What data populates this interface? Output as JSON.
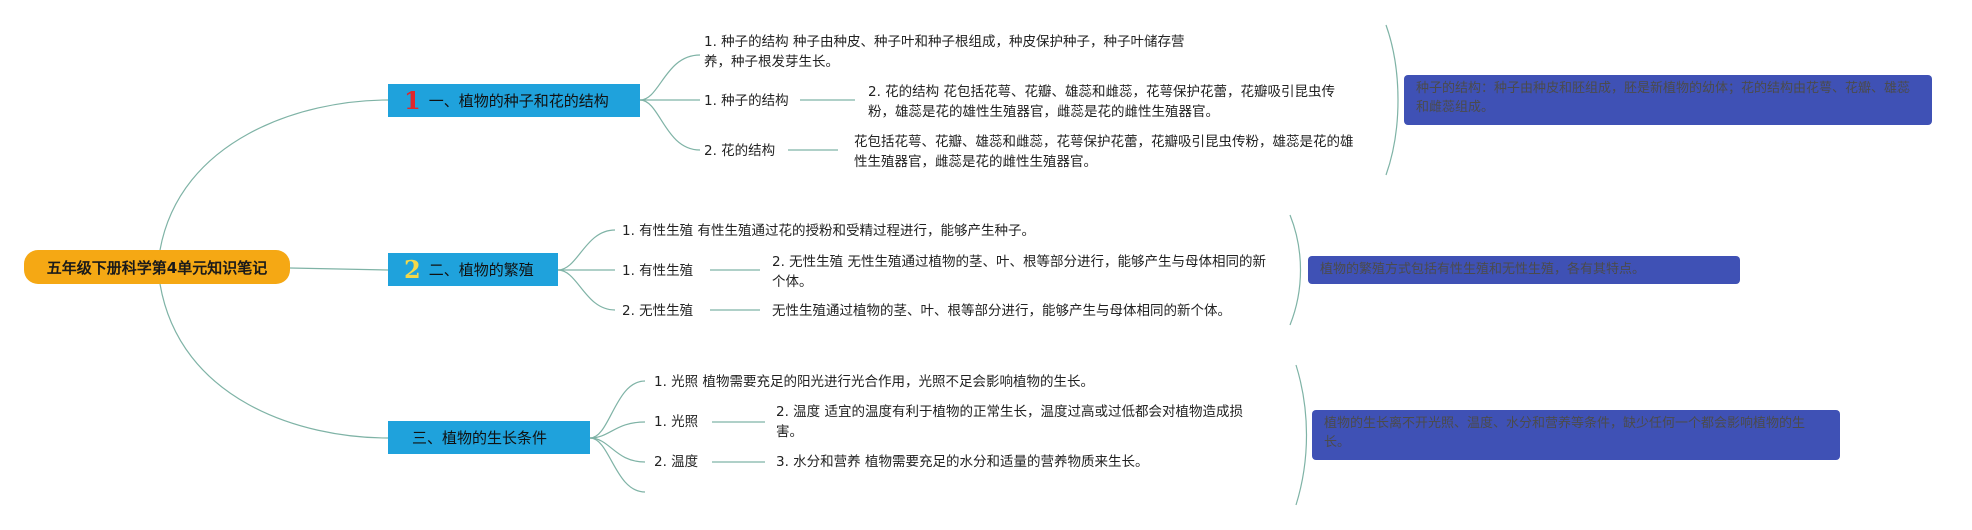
{
  "root": {
    "title": "五年级下册科学第4单元知识笔记"
  },
  "branches": [
    {
      "index_glyph": "1",
      "title": "一、植物的种子和花的结构",
      "items": [
        "1. 种子的结构 种子由种皮、种子叶和种子根组成，种皮保护种子，种子叶储存营养，种子根发芽生长。",
        "1. 种子的结构",
        "2. 花的结构",
        "2. 花的结构 花包括花萼、花瓣、雄蕊和雌蕊，花萼保护花蕾，花瓣吸引昆虫传粉，雄蕊是花的雄性生殖器官，雌蕊是花的雌性生殖器官。",
        "花包括花萼、花瓣、雄蕊和雌蕊，花萼保护花蕾，花瓣吸引昆虫传粉，雄蕊是花的雄性生殖器官，雌蕊是花的雌性生殖器官。"
      ],
      "summary": "种子的结构：种子由种皮和胚组成，胚是新植物的幼体；花的结构由花萼、花瓣、雄蕊和雌蕊组成。"
    },
    {
      "index_glyph": "2",
      "title": "二、植物的繁殖",
      "items": [
        "1. 有性生殖 有性生殖通过花的授粉和受精过程进行，能够产生种子。",
        "1. 有性生殖",
        "2. 无性生殖",
        "2. 无性生殖 无性生殖通过植物的茎、叶、根等部分进行，能够产生与母体相同的新个体。",
        "无性生殖通过植物的茎、叶、根等部分进行，能够产生与母体相同的新个体。"
      ],
      "summary": "植物的繁殖方式包括有性生殖和无性生殖，各有其特点。"
    },
    {
      "index_glyph": "",
      "title": "三、植物的生长条件",
      "items": [
        "1. 光照 植物需要充足的阳光进行光合作用，光照不足会影响植物的生长。",
        "1. 光照",
        "2. 温度",
        "2. 温度 适宜的温度有利于植物的正常生长，温度过高或过低都会对植物造成损害。",
        "3. 水分和营养 植物需要充足的水分和适量的营养物质来生长。"
      ],
      "summary": "植物的生长离不开光照、温度、水分和营养等条件，缺少任何一个都会影响植物的生长。"
    }
  ],
  "colors": {
    "root": "#f5a814",
    "branch": "#1fa2dc",
    "note": "#3f51b5",
    "link": "#7fb3a6",
    "num1": "#e0262b",
    "num2": "#f3d84a"
  }
}
